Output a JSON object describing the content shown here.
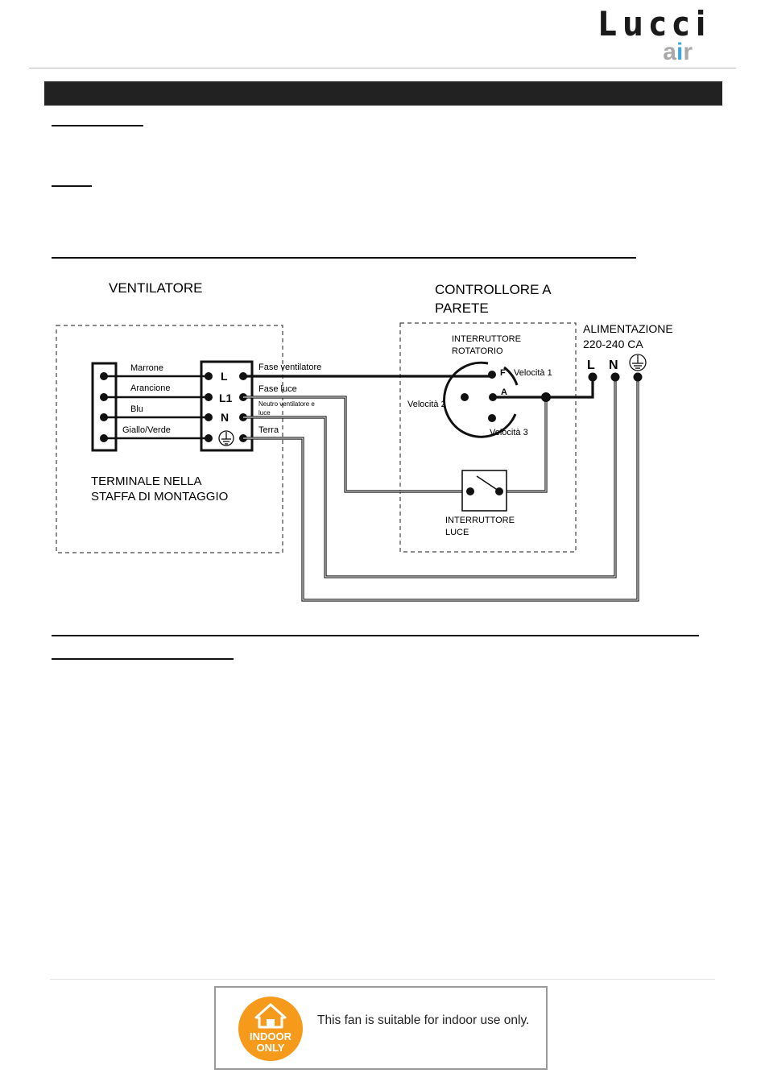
{
  "brand": {
    "name": "Lucci",
    "sub_a": "a",
    "sub_i": "i",
    "sub_r": "r"
  },
  "diagram": {
    "fan_title": "VENTILATORE",
    "controller_title_line1": "CONTROLLORE A",
    "controller_title_line2": "PARETE",
    "terminal_caption_line1": "TERMINALE NELLA",
    "terminal_caption_line2": "STAFFA DI MONTAGGIO",
    "wire_colors": [
      "Marrone",
      "Arancione",
      "Blu",
      "Giallo/Verde"
    ],
    "terminal_labels": [
      "L",
      "L1",
      "N"
    ],
    "output_labels": [
      "Fase ventilatore",
      "Fase luce",
      "Neutro ventilatore e",
      "luce",
      "Terra"
    ],
    "rotary_switch_line1": "INTERRUTTORE",
    "rotary_switch_line2": "ROTATORIO",
    "rotary_contacts": {
      "f": "F",
      "a": "A"
    },
    "speeds": [
      "Velocità 1",
      "Velocità 2",
      "Velocità 3"
    ],
    "light_switch_line1": "INTERRUTTORE",
    "light_switch_line2": "LUCE",
    "supply_line1": "ALIMENTAZIONE",
    "supply_line2": "220-240 CA",
    "supply_terminals": [
      "L",
      "N"
    ]
  },
  "notice": {
    "badge_line1": "INDOOR",
    "badge_line2": "ONLY",
    "text": "This fan is suitable for indoor use only."
  },
  "colors": {
    "badge_orange": "#f59a1b",
    "logo_blue": "#3fa5d6",
    "title_bar": "#222222"
  }
}
